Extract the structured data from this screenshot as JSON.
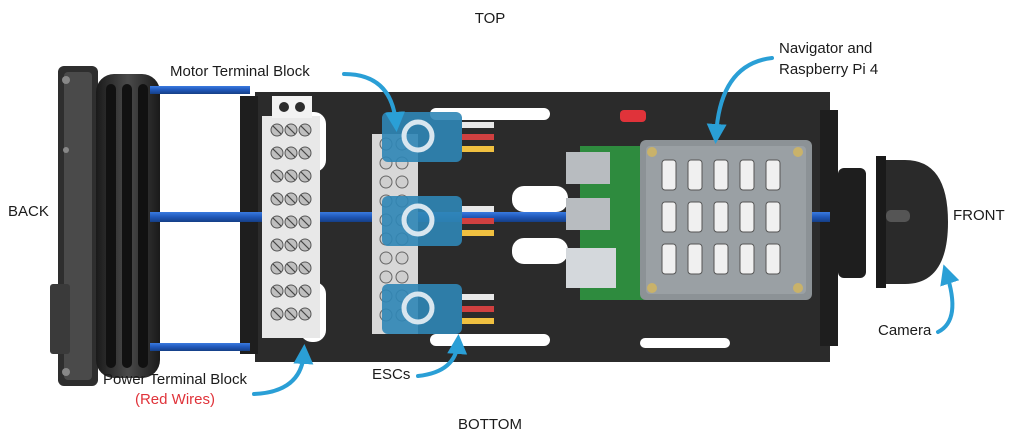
{
  "labels": {
    "top": "TOP",
    "bottom": "BOTTOM",
    "back": "BACK",
    "front": "FRONT",
    "motor_terminal_block": "Motor Terminal Block",
    "navigator_line1": "Navigator and",
    "navigator_line2": "Raspberry Pi 4",
    "power_terminal_block": "Power Terminal Block",
    "red_wires": "(Red Wires)",
    "escs": "ESCs",
    "camera": "Camera"
  },
  "colors": {
    "arrow": "#2a9fd6",
    "frame": "#2b2b2b",
    "rod": "#1f57b8",
    "esc": "#2f86b6",
    "red_text": "#e0333a",
    "pcb_green": "#2e8b3e",
    "navigator": "#8c9296"
  }
}
